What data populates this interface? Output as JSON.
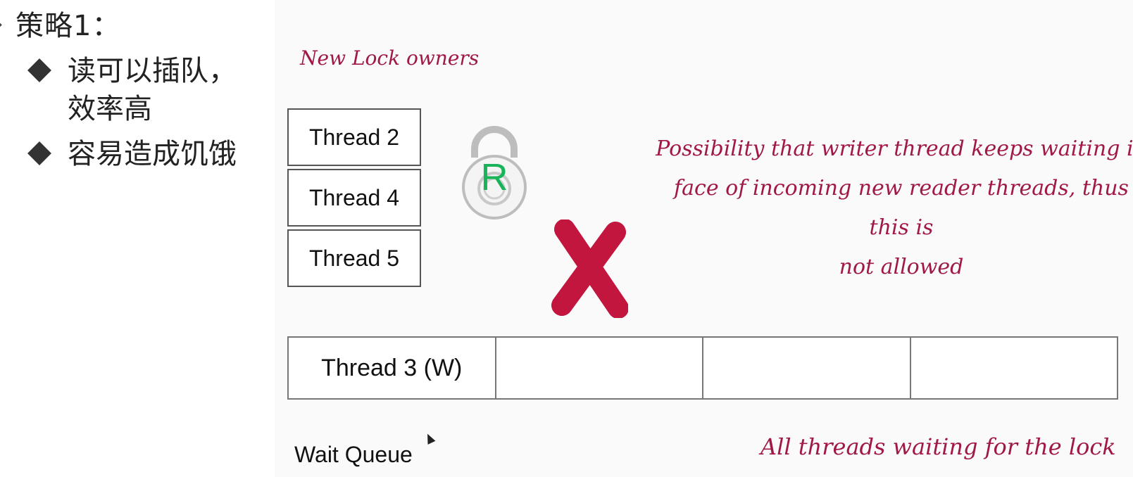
{
  "slide": {
    "title": "策略1：",
    "items": [
      {
        "line1": "读可以插队，",
        "line2": "效率高"
      },
      {
        "line1": "容易造成饥饿",
        "line2": ""
      }
    ]
  },
  "diagram": {
    "owners_title": "New Lock owners",
    "owners": [
      "Thread 2",
      "Thread 4",
      "Thread 5"
    ],
    "lock_letter": "R",
    "note_lines": [
      "Possibility that writer thread keeps waiting in",
      "face of incoming new reader threads, thus this is",
      "not allowed"
    ],
    "queue": [
      "Thread 3 (W)",
      "",
      "",
      ""
    ],
    "wait_queue_label": "Wait Queue",
    "all_threads_label": "All threads waiting for the lock"
  },
  "colors": {
    "annotation": "#a01848",
    "lock_letter": "#19b45a",
    "cross": "#c3163f"
  },
  "icons": [
    "lock-icon",
    "cross-icon",
    "cursor-icon"
  ]
}
